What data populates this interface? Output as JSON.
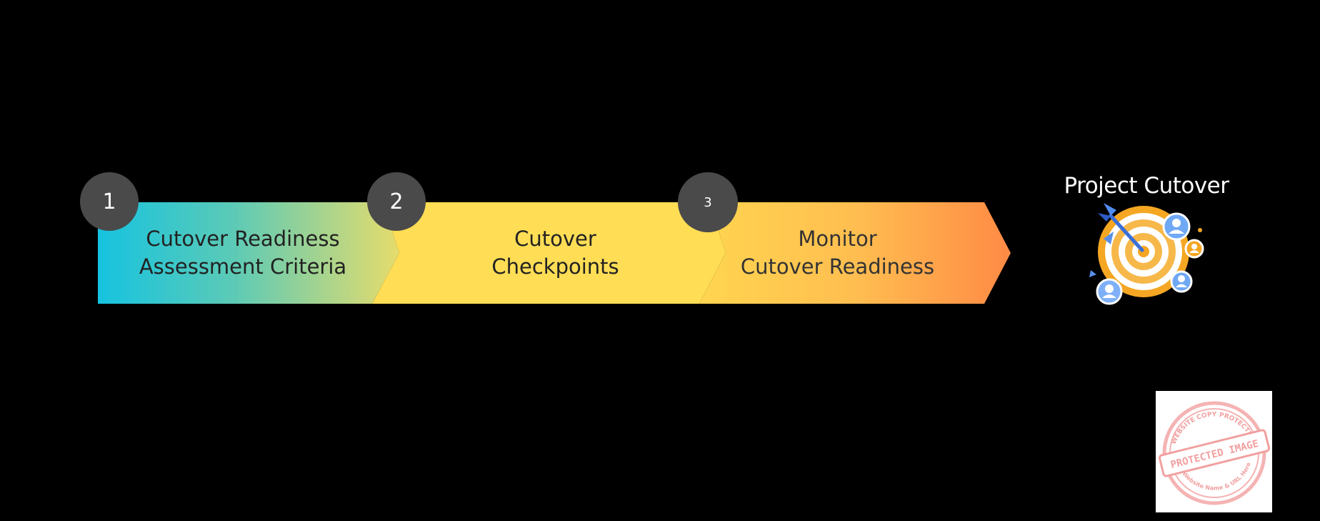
{
  "steps": [
    {
      "number": "1",
      "line1": "Cutover Readiness",
      "line2": "Assessment Criteria"
    },
    {
      "number": "2",
      "line1": "Cutover",
      "line2": "Checkpoints"
    },
    {
      "number": "3",
      "line1": "Monitor",
      "line2": "Cutover Readiness"
    }
  ],
  "goal": {
    "title": "Project Cutover",
    "icon": "target-icon"
  },
  "stamp": {
    "main_text": "PROTECTED IMAGE",
    "top_text": "WEBSITE COPY PROTECTION",
    "bottom_text": "My Website Name & URL Here"
  },
  "colors": {
    "gradient_start": "#16c3e0",
    "gradient_mid": "#ffdd55",
    "gradient_end": "#ff8a45",
    "badge": "#4a4a4a",
    "stamp_ink": "#f2a0a0"
  }
}
